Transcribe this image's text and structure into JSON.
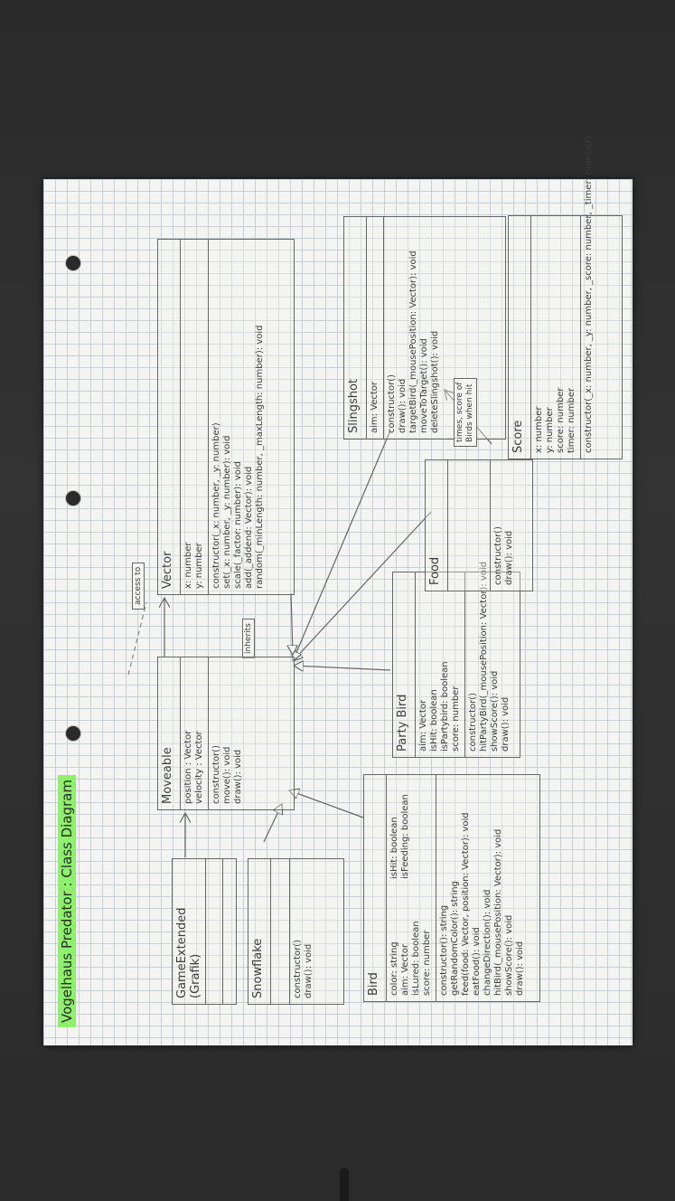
{
  "title": "Vogelhaus Predator : Class Diagram",
  "notes": {
    "access_to": "access to",
    "inherits": "inherits"
  },
  "classes": {
    "game_extended": {
      "name": "GameExtended (Grafik)",
      "attributes": [],
      "methods": []
    },
    "snowflake": {
      "name": "Snowflake",
      "attributes": [],
      "methods": [
        "constructor()",
        "draw(): void"
      ]
    },
    "moveable": {
      "name": "Moveable",
      "attributes": [
        "position : Vector",
        "velocity : Vector"
      ],
      "methods": [
        "constructor()",
        "move(): void",
        "draw(): void"
      ]
    },
    "vector": {
      "name": "Vector",
      "attributes": [
        "x: number",
        "y: number"
      ],
      "methods": [
        "constructor(_x: number, _y: number)",
        "set(_x: number, _y: number): void",
        "scale(_factor: number): void",
        "add(_addend: Vector): void",
        "random(_minLength: number, _maxLength: number): void"
      ]
    },
    "bird": {
      "name": "Bird",
      "attributes": [
        "color: string",
        "aim: Vector",
        "isLured: boolean",
        "score: number"
      ],
      "attributes_right": [
        "isHit: boolean",
        "isFeeding: boolean"
      ],
      "methods": [
        "constructor(): string",
        "getRandomColor(): string",
        "feed(food: Vector, position: Vector): void",
        "eatFood(): void",
        "changeDirection(): void",
        "hitBird(_mousePosition: Vector): void",
        "showScore(): void",
        "draw(): void"
      ]
    },
    "party_bird": {
      "name": "Party Bird",
      "attributes": [
        "aim: Vector",
        "isHit: boolean",
        "isPartybird: boolean",
        "score: number"
      ],
      "methods": [
        "constructor()",
        "hitPartyBird(_mousePosition: Vector): void",
        "showScore(): void",
        "draw(): void"
      ]
    },
    "food": {
      "name": "Food",
      "attributes": [],
      "methods": [
        "constructor()",
        "draw(): void"
      ]
    },
    "slingshot": {
      "name": "Slingshot",
      "attributes": [
        "aim: Vector"
      ],
      "methods": [
        "constructor()",
        "draw(): void",
        "targetBird(_mousePosition: Vector): void",
        "moveToTarget(): void",
        "deleteSlingshot(): void"
      ]
    },
    "score": {
      "name": "Score",
      "attributes": [
        "x: number",
        "y: number",
        "score: number",
        "timer: number"
      ],
      "methods": [
        "constructor(_x: number, _y: number, _score: number, _timer: number)"
      ]
    }
  },
  "side_note": {
    "lines": [
      "times, score of",
      "Birds when hit"
    ]
  }
}
